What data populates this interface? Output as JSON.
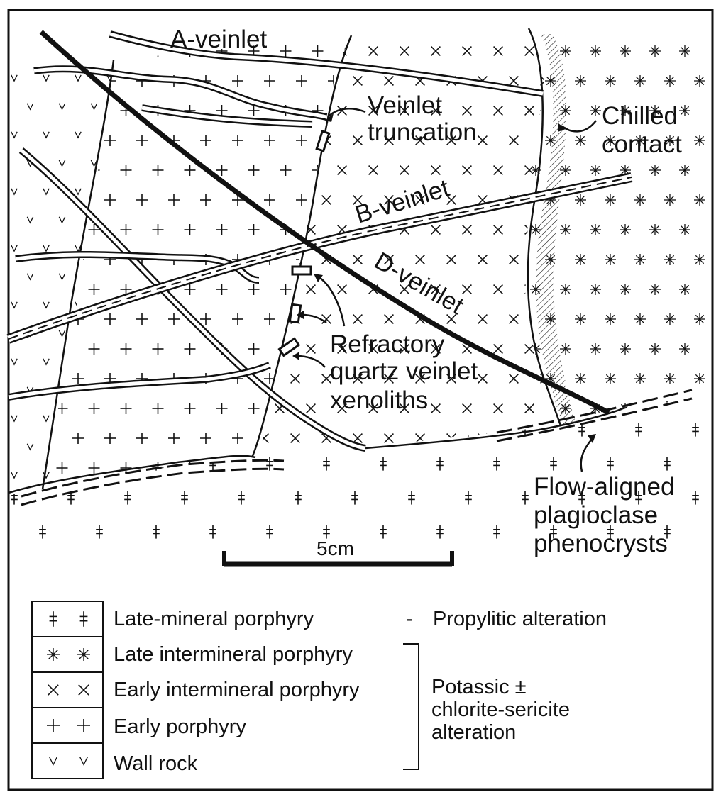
{
  "labels": {
    "a_veinlet": "A-veinlet",
    "b_veinlet": "B-veinlet",
    "d_veinlet": "D-veinlet",
    "veinlet_truncation": [
      "Veinlet",
      "truncation"
    ],
    "chilled_contact": [
      "Chilled",
      "contact"
    ],
    "refractory": [
      "Refractory",
      "quartz veinlet",
      "xenoliths"
    ],
    "flow_aligned": [
      "Flow-aligned",
      "plagioclase",
      "phenocrysts"
    ],
    "scale": "5cm"
  },
  "legend": {
    "items": [
      {
        "label": "Late-mineral porphyry",
        "symbol": "dagger-icon"
      },
      {
        "label": "Late intermineral porphyry",
        "symbol": "asterisk-icon"
      },
      {
        "label": "Early intermineral porphyry",
        "symbol": "x-icon"
      },
      {
        "label": "Early porphyry",
        "symbol": "plus-icon"
      },
      {
        "label": "Wall rock",
        "symbol": "v-icon"
      }
    ],
    "propylitic_dash": "-",
    "propylitic": "Propylitic alteration",
    "potassic": [
      "Potassic ±",
      "chlorite-sericite",
      "alteration"
    ]
  },
  "colors": {
    "ink": "#111111",
    "background": "#ffffff"
  }
}
